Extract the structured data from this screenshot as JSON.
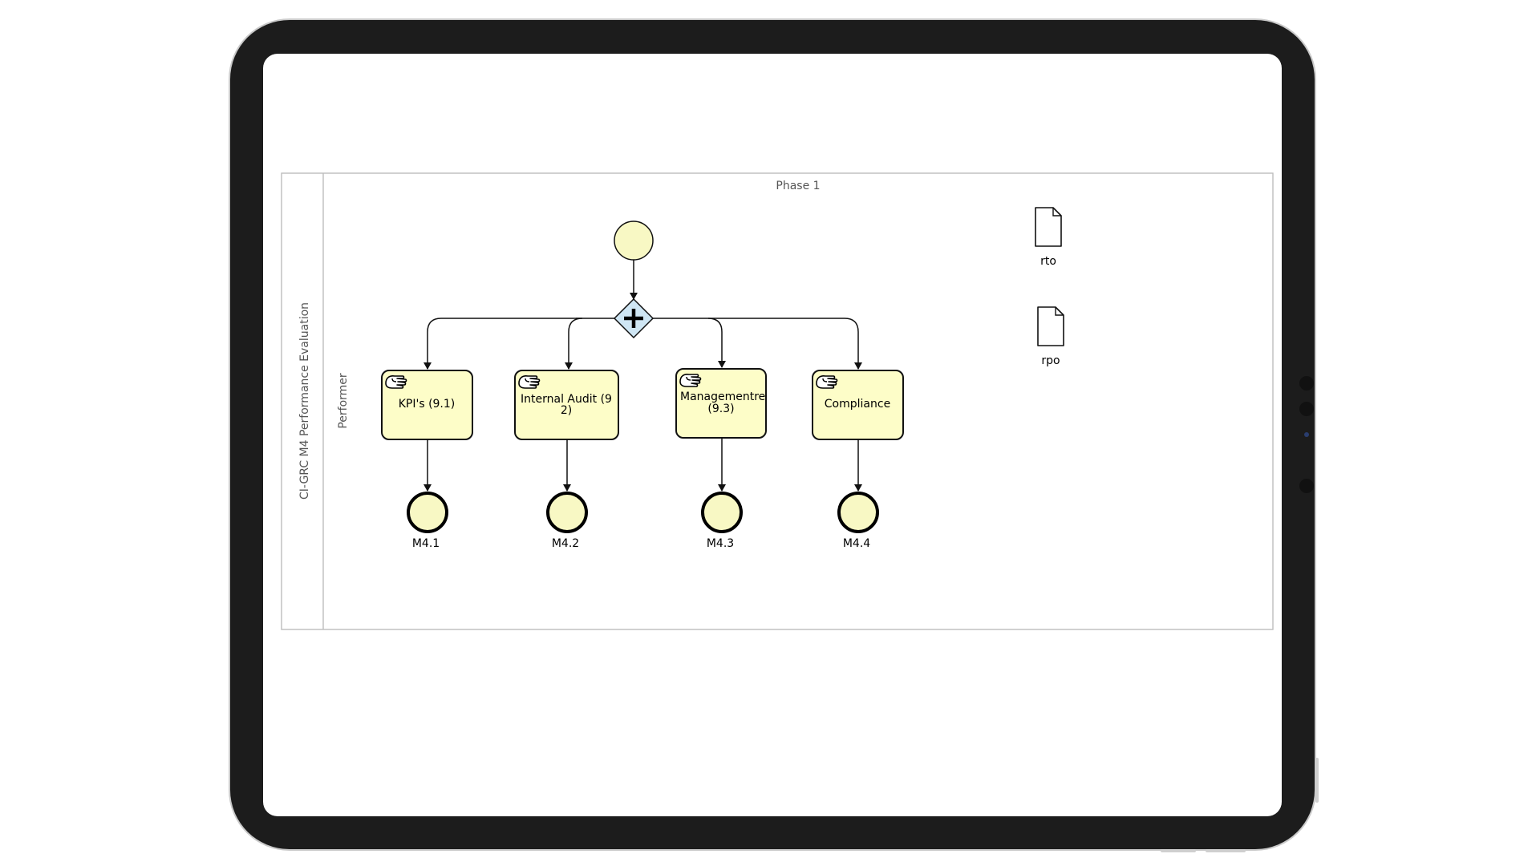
{
  "diagram": {
    "pool_label": "CI-GRC M4 Performance Evaluation",
    "lane_label": "Performer",
    "phase_label": "Phase 1",
    "tasks": [
      {
        "label_line1": "KPI's (9.1)",
        "label_line2": ""
      },
      {
        "label_line1": "Internal Audit (9",
        "label_line2": "2)"
      },
      {
        "label_line1": "Managementre",
        "label_line2": "(9.3)"
      },
      {
        "label_line1": "Compliance",
        "label_line2": ""
      }
    ],
    "end_events": [
      "M4.1",
      "M4.2",
      "M4.3",
      "M4.4"
    ],
    "data_objects": [
      "rto",
      "rpo"
    ]
  },
  "colors": {
    "task_fill": "#fdfdc8",
    "event_fill": "#f8f8c4",
    "gateway_fill": "#cfe6f4",
    "frame": "#1c1c1c"
  },
  "icons": {
    "task_marker": "manual-task-hand-icon",
    "gateway_marker": "parallel-gateway-plus-icon",
    "data_object": "document-icon"
  }
}
